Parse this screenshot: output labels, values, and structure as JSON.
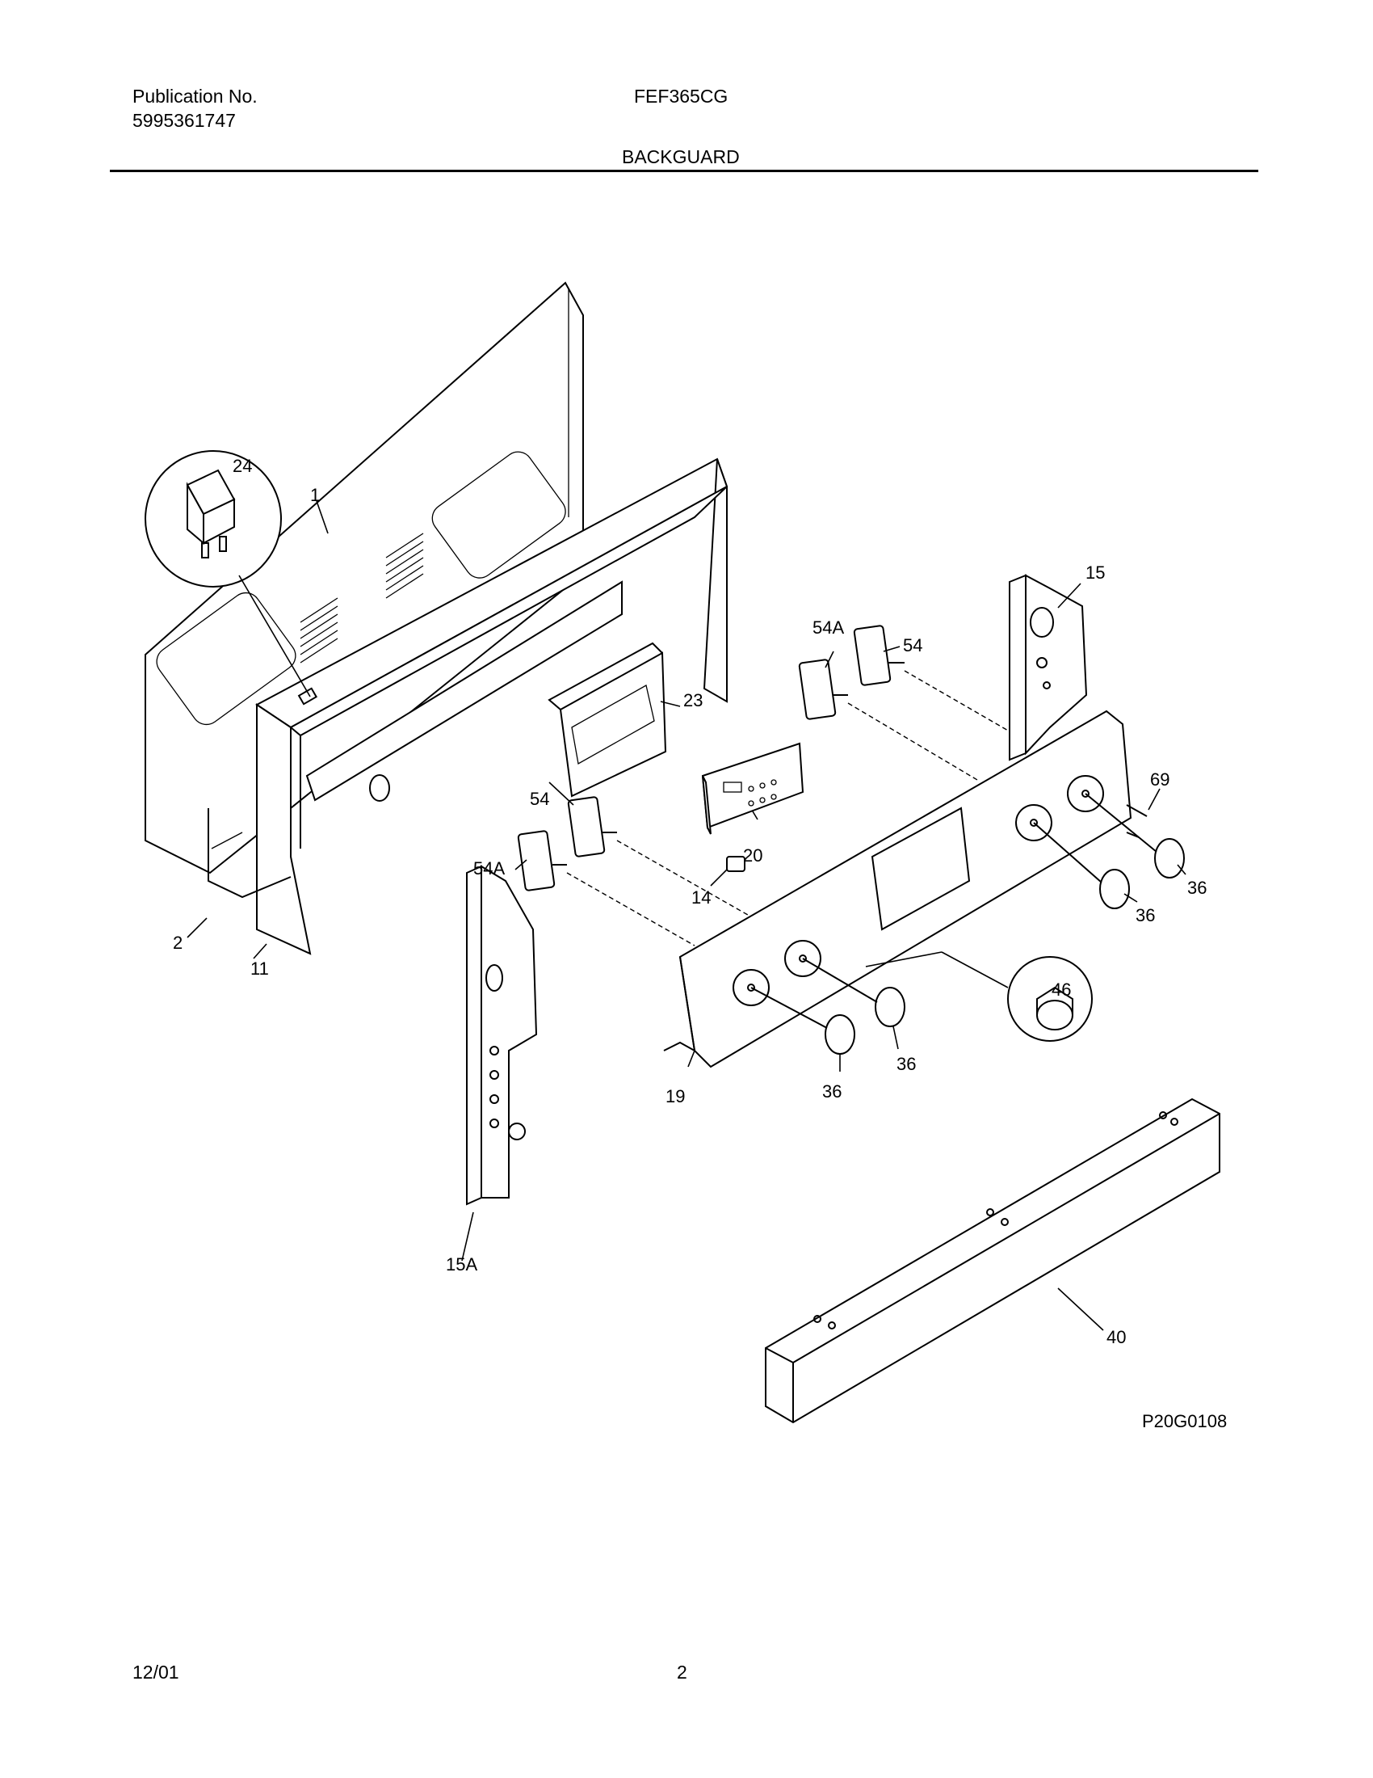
{
  "header": {
    "publication_label": "Publication No.",
    "publication_number": "5995361747",
    "model": "FEF365CG",
    "section_title": "BACKGUARD"
  },
  "diagram": {
    "figure_id": "P20G0108",
    "callouts": {
      "c24": "24",
      "c1": "1",
      "c2": "2",
      "c11": "11",
      "c23": "23",
      "c15": "15",
      "c15a": "15A",
      "c54a_top": "54A",
      "c54_top": "54",
      "c54_mid": "54",
      "c54a_mid": "54A",
      "c14": "14",
      "c20": "20",
      "c19": "19",
      "c69": "69",
      "c36_a": "36",
      "c36_b": "36",
      "c36_c": "36",
      "c36_d": "36",
      "c46": "46",
      "c40": "40"
    }
  },
  "footer": {
    "date": "12/01",
    "page_number": "2"
  }
}
